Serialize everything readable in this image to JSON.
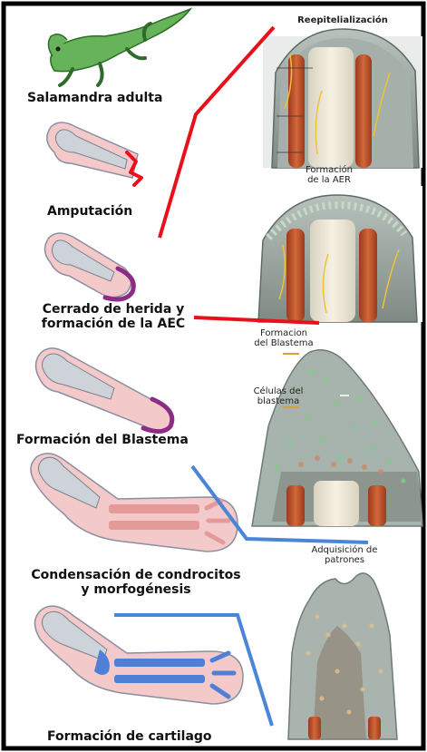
{
  "stages": {
    "adult": "Salamandra adulta",
    "amputation": "Amputación",
    "wound_line1": "Cerrado de herida y",
    "wound_line2": "formación de la AEC",
    "blastema": "Formación del Blastema",
    "condensation_line1": "Condensación de condrocitos",
    "condensation_line2": "y morfogénesis",
    "cartilage": "Formación de cartilago"
  },
  "annotations": {
    "reepithelialization": "Reepitelialización",
    "aer_line1": "Formación",
    "aer_line2": "de la AER",
    "blastema_line1": "Formacion",
    "blastema_line2": "del Blastema",
    "cells_line1": "Células del",
    "cells_line2": "blastema",
    "patterning_line1": "Adquisición de",
    "patterning_line2": "patrones"
  },
  "colors": {
    "frame": "#000000",
    "red_connector": "#e8101a",
    "blue_connector": "#4a86d8",
    "salamander": "#66b35a",
    "limb_skin": "#f3c9c9",
    "bone_gray": "#cdd3d8",
    "wound_cap": "#8c2c86",
    "cartilage_blue": "#4f7fd6",
    "muscle": "#c0542d",
    "tissue_gray": "#9ea6a0"
  }
}
